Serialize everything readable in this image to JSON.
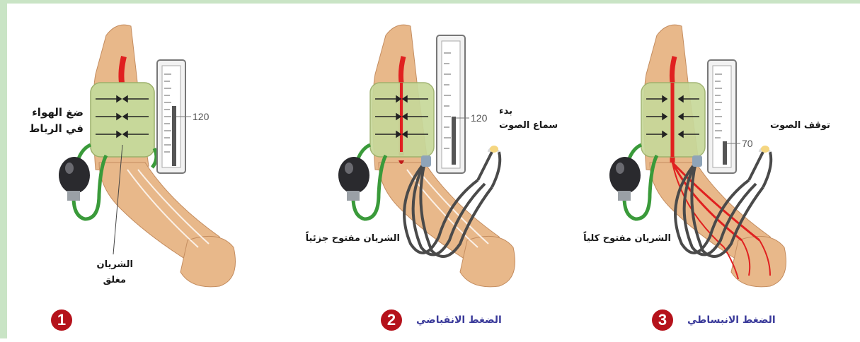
{
  "panels": [
    {
      "number": "1",
      "reading": "120",
      "label_air_pressure_line1": "ضغ الهواء",
      "label_air_pressure_line2": "في الرباط",
      "label_artery_line1": "الشريان",
      "label_artery_line2": "مغلق",
      "caption": ""
    },
    {
      "number": "2",
      "reading": "120",
      "label_sound_line1": "بدء",
      "label_sound_line2": "سماع الصوت",
      "label_artery": "الشريان مفتوح جزئياً",
      "caption": "الضغط الانقباضي"
    },
    {
      "number": "3",
      "reading": "70",
      "label_sound": "توقف الصوت",
      "label_artery": "الشريان مفتوح كلياً",
      "caption": "الضغط الانبساطي"
    }
  ],
  "colors": {
    "border": "#c9e4c5",
    "badge": "#b5121b",
    "caption": "#3a3a9a",
    "cuff": "#c7d89a",
    "skin": "#e8b88a",
    "artery": "#e02020",
    "tube": "#3a9a3a"
  }
}
